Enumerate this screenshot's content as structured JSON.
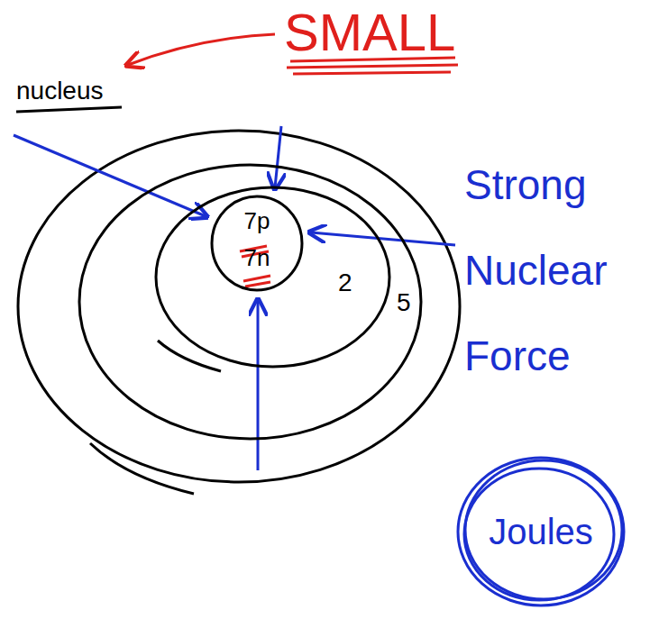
{
  "diagram": {
    "nodes": [
      {
        "text": [
          "5"
        ]
      },
      {
        "text": [
          "2"
        ],
        "in": 0
      },
      {
        "text": [
          "7p",
          "7n"
        ],
        "in": 1
      },
      {
        "text": [
          "Joules"
        ]
      }
    ],
    "labels": [
      "SMALL",
      "nucleus",
      "Strong Nuclear Force"
    ]
  }
}
